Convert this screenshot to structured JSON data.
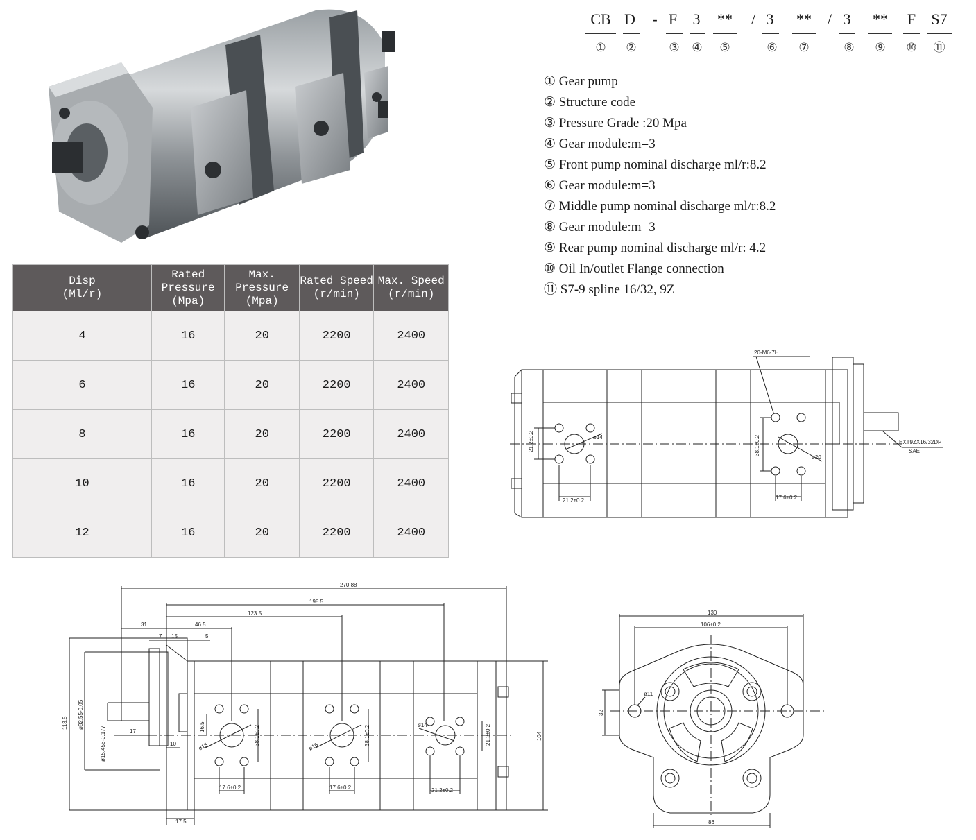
{
  "model_code": {
    "parts": [
      "CB",
      "D",
      "-",
      "F",
      "3",
      "**",
      "/",
      "3",
      "**",
      "/",
      "3",
      "**",
      "F",
      "S7"
    ],
    "numbers": [
      "①",
      "②",
      "③",
      "④",
      "⑤",
      "⑥",
      "⑦",
      "⑧",
      "⑨",
      "⑩",
      "⑪"
    ]
  },
  "legend": [
    {
      "num": "①",
      "text": "Gear pump"
    },
    {
      "num": "②",
      "text": "Structure code"
    },
    {
      "num": "③",
      "text": "Pressure Grade :20 Mpa"
    },
    {
      "num": "④",
      "text": "Gear module:m=3"
    },
    {
      "num": "⑤",
      "text": "Front pump nominal discharge ml/r:8.2"
    },
    {
      "num": "⑥",
      "text": "Gear module:m=3"
    },
    {
      "num": "⑦",
      "text": "Middle pump nominal discharge ml/r:8.2"
    },
    {
      "num": "⑧",
      "text": "Gear module:m=3"
    },
    {
      "num": "⑨",
      "text": "Rear  pump nominal discharge ml/r: 4.2"
    },
    {
      "num": "⑩",
      "text": "Oil In/outlet Flange connection"
    },
    {
      "num": "⑪",
      "text": "S7-9  spline  16/32, 9Z"
    }
  ],
  "spec_table": {
    "headers": [
      {
        "line1": "Disp",
        "line2": "(Ml/r)"
      },
      {
        "line1": "Rated Pressure",
        "line2": "(Mpa)"
      },
      {
        "line1": "Max. Pressure",
        "line2": "(Mpa)"
      },
      {
        "line1": "Rated Speed",
        "line2": "(r/min)"
      },
      {
        "line1": "Max. Speed",
        "line2": "(r/min)"
      }
    ],
    "rows": [
      [
        "4",
        "16",
        "20",
        "2200",
        "2400"
      ],
      [
        "6",
        "16",
        "20",
        "2200",
        "2400"
      ],
      [
        "8",
        "16",
        "20",
        "2200",
        "2400"
      ],
      [
        "10",
        "16",
        "20",
        "2200",
        "2400"
      ],
      [
        "12",
        "16",
        "20",
        "2200",
        "2400"
      ]
    ]
  },
  "top_view": {
    "thread_note": "20-M6-7H",
    "spline_note_1": "EXT9ZX16/32DP",
    "spline_note_2": "SAE",
    "front_port_width": "21.2±0.2",
    "front_port_height": "21.2±0.2",
    "front_port_dia": "ø14",
    "rear_port_width": "17.6±0.2",
    "rear_port_height": "38.1±0.2",
    "rear_port_dia": "ø20"
  },
  "side_view": {
    "overall_length": "270.88",
    "dim_198": "198.5",
    "dim_123": "123.5",
    "dim_31": "31",
    "dim_46": "46.5",
    "dim_7": "7",
    "dim_15": "15",
    "dim_5": "5",
    "height_113": "113.5",
    "pilot_dia": "ø82.55-0.05",
    "shaft_dia": "ø15.456-0.177",
    "shaft_len": "17",
    "dim_16_5": "16.5",
    "dim_10": "10",
    "dim_17_5": "17.5",
    "height_104": "104",
    "p1_dia": "ø15",
    "p1_h": "38.1±0.2",
    "p1_w": "17.6±0.2",
    "p2_dia": "ø15",
    "p2_h": "38.1±0.2",
    "p2_w": "17.6±0.2",
    "p3_dia": "ø14",
    "p3_h": "21.2±0.2",
    "p3_w": "21.2±0.2"
  },
  "front_view": {
    "width_130": "130",
    "bolt_106": "106±0.2",
    "hole_dia": "ø11",
    "height_32": "32",
    "base_86": "86"
  }
}
